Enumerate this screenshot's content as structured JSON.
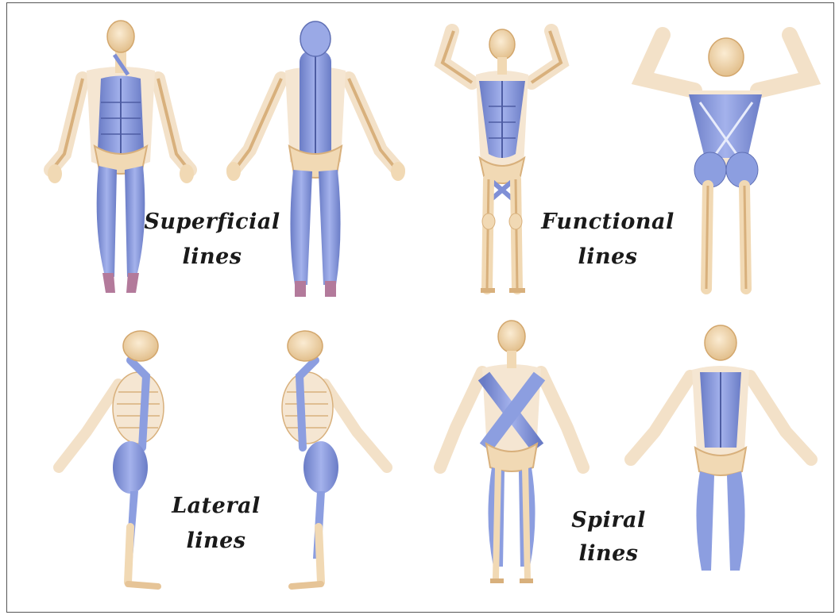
{
  "labels": {
    "superficial": {
      "line1": "Superficial",
      "line2": "lines"
    },
    "functional": {
      "line1": "Functional",
      "line2": "lines"
    },
    "lateral": {
      "line1": "Lateral",
      "line2": "lines"
    },
    "spiral": {
      "line1": "Spiral",
      "line2": "lines"
    }
  },
  "colors": {
    "bone": "#f1d9b4",
    "bone_shade": "#d8b07c",
    "skin": "#f8ebdc",
    "muscle": "#8c9ee0",
    "muscle_dark": "#5f6fb4",
    "muscle_light": "#c3ccef",
    "frame_border": "#555555"
  }
}
